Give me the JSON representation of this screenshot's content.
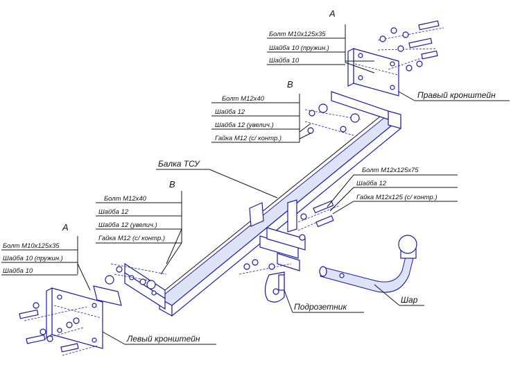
{
  "title": "",
  "groups": {
    "a_right": {
      "letter": "A",
      "items": [
        "Болт М10х125х35",
        "Шайба 10 (пружин.)",
        "Шайба 10"
      ]
    },
    "b_right": {
      "letter": "B",
      "items": [
        "Болт М12х40",
        "Шайба 12",
        "Шайба 12 (увелич.)",
        "Гайка М12 (с/ контр.)"
      ]
    },
    "b_left": {
      "letter": "B",
      "items": [
        "Болт М12х40",
        "Шайба 12",
        "Шайба 12 (увелич.)",
        "Гайка М12 (с/ контр.)"
      ]
    },
    "a_left": {
      "letter": "A",
      "items": [
        "Болт М10х125х35",
        "Шайба 10 (пружин.)",
        "Шайба 10"
      ]
    },
    "ball_kit": {
      "items": [
        "Болт М12х125х75",
        "Шайба 12",
        "Гайка М12х125 (с/ контр.)"
      ]
    }
  },
  "parts": {
    "right_bracket": "Правый кронштейн",
    "beam": "Балка ТСУ",
    "socket_plate": "Подрозетник",
    "ball": "Шар",
    "left_bracket": "Левый кронштейн"
  },
  "colors": {
    "part_stroke": "#1a1aa8",
    "text": "#111111",
    "fill": "#dfe3f7"
  }
}
